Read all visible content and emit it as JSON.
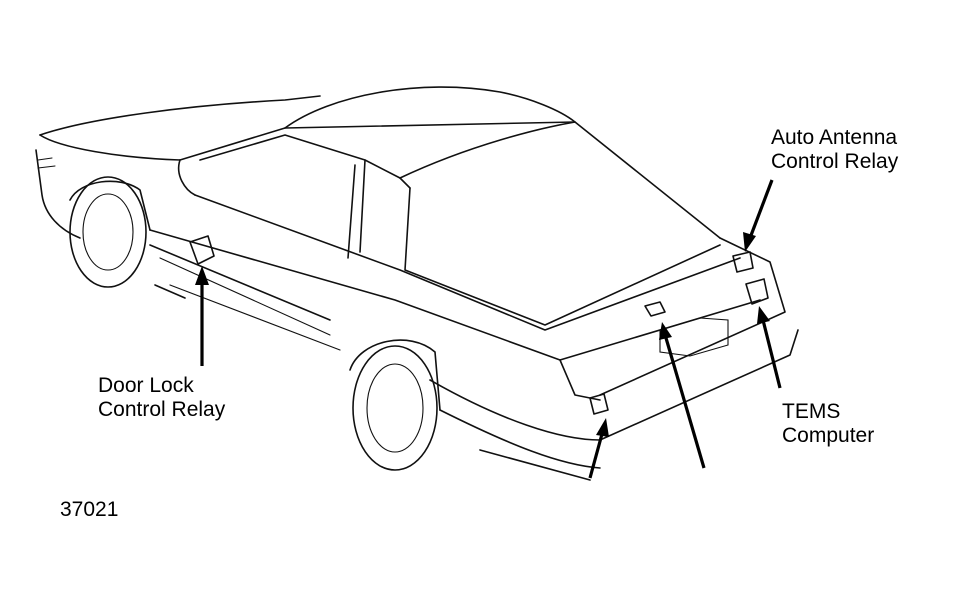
{
  "labels": {
    "auto_antenna_line1": "Auto Antenna",
    "auto_antenna_line2": "Control Relay",
    "door_lock_line1": "Door Lock",
    "door_lock_line2": "Control Relay",
    "tems_line1": "TEMS",
    "tems_line2": "Computer",
    "figure_number": "37021"
  }
}
